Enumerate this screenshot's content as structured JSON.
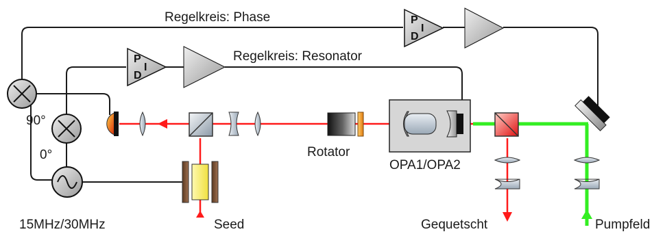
{
  "labels": {
    "loop_phase": "Regelkreis: Phase",
    "loop_resonator": "Regelkreis: Resonator",
    "rotator": "Rotator",
    "opa": "OPA1/OPA2",
    "seed": "Seed",
    "squeezed": "Gequetscht",
    "pump": "Pumpfeld",
    "freq": "15MHz/30MHz",
    "deg90": "90°",
    "deg0": "0°"
  },
  "pid_letters": {
    "p": "P",
    "i": "I",
    "d": "D"
  },
  "oscillator_symbol": "~",
  "colors": {
    "seed_beam": "#ff1a1a",
    "pump_beam": "#33ee22",
    "wire": "#1a1a1a",
    "photodiode": "#e63a10"
  }
}
